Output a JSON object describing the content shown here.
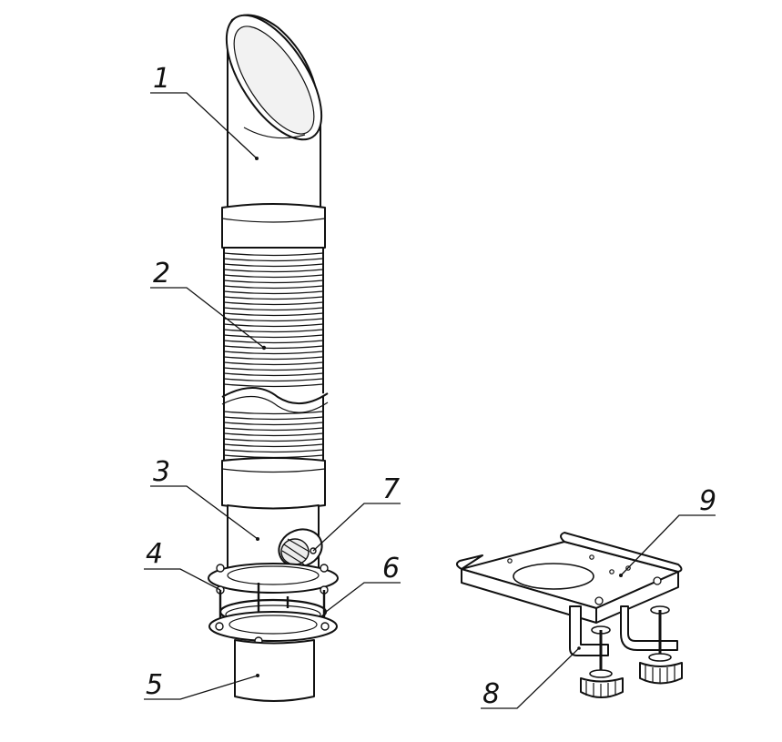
{
  "callouts": [
    {
      "id": "1",
      "label": "1"
    },
    {
      "id": "2",
      "label": "2"
    },
    {
      "id": "3",
      "label": "3"
    },
    {
      "id": "4",
      "label": "4"
    },
    {
      "id": "5",
      "label": "5"
    },
    {
      "id": "6",
      "label": "6"
    },
    {
      "id": "7",
      "label": "7"
    },
    {
      "id": "8",
      "label": "8"
    },
    {
      "id": "9",
      "label": "9"
    }
  ],
  "colors": {
    "ink": "#111111",
    "paper": "#ffffff",
    "shade": "#e4e4e4"
  },
  "parts": [
    "pipe-top-section",
    "corrugated-section",
    "pipe-lower-section",
    "upper-flange",
    "bottom-nozzle",
    "sealing-ring",
    "damper-knob",
    "mounting-clamp",
    "mounting-plate"
  ]
}
